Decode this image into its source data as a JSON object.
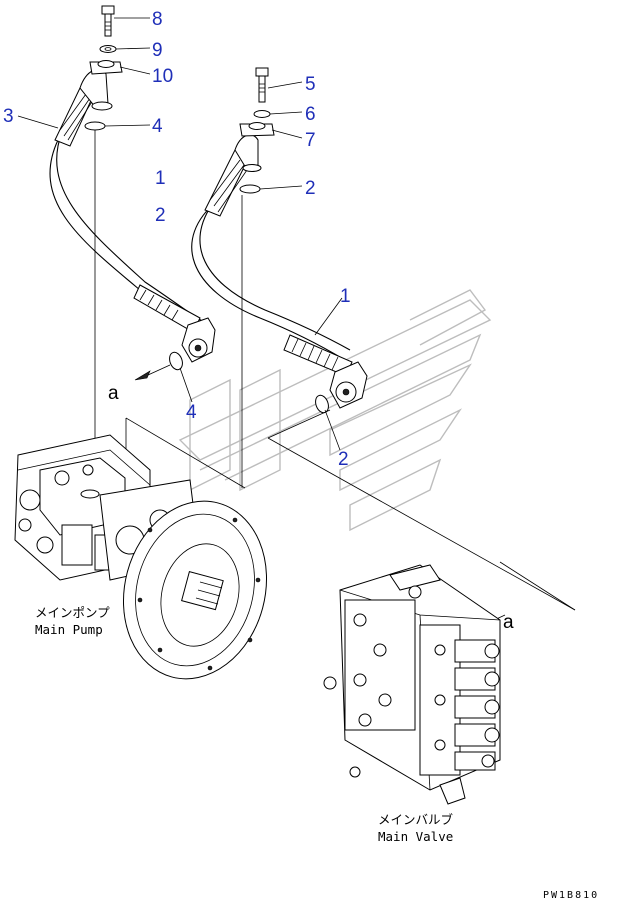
{
  "diagram": {
    "callouts": [
      {
        "id": "c8",
        "text": "8"
      },
      {
        "id": "c9",
        "text": "9"
      },
      {
        "id": "c10",
        "text": "10"
      },
      {
        "id": "c3",
        "text": "3"
      },
      {
        "id": "c4a",
        "text": "4"
      },
      {
        "id": "c5",
        "text": "5"
      },
      {
        "id": "c6",
        "text": "6"
      },
      {
        "id": "c7",
        "text": "7"
      },
      {
        "id": "c1a",
        "text": "1"
      },
      {
        "id": "c2a",
        "text": "2"
      },
      {
        "id": "c2b",
        "text": "2"
      },
      {
        "id": "c1b",
        "text": "1"
      },
      {
        "id": "c4b",
        "text": "4"
      },
      {
        "id": "c2c",
        "text": "2"
      }
    ],
    "view_markers": [
      "a",
      "a"
    ],
    "main_pump": {
      "label_jp": "メインポンプ",
      "label_en": "Main Pump"
    },
    "main_valve": {
      "label_jp": "メインバルブ",
      "label_en": "Main Valve"
    },
    "drawing_code": "PW1B810"
  },
  "colors": {
    "callout": "#1f2fb8",
    "line": "#000000",
    "watermark": "#bdbdbd"
  }
}
